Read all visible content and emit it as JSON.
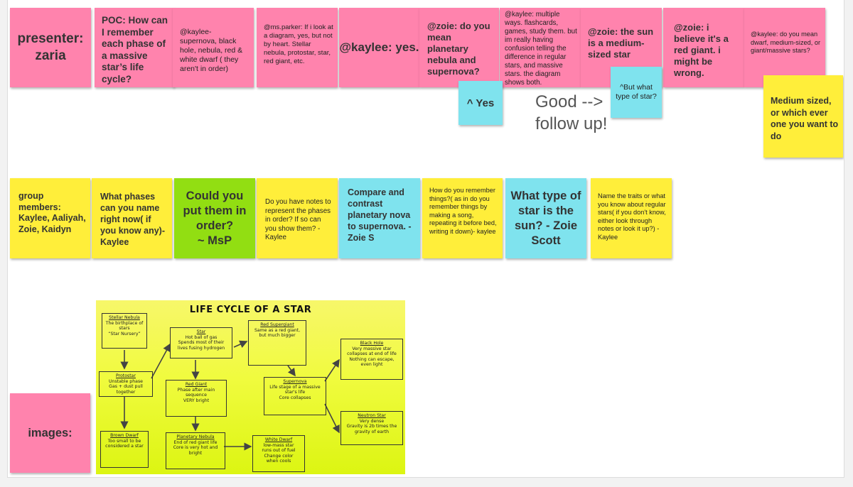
{
  "notes_top": [
    {
      "id": "presenter",
      "text": "presenter:\nzaria"
    },
    {
      "id": "poc",
      "text": "POC: How can I remember each phase of a massive star’s life cycle?"
    },
    {
      "id": "kaylee1",
      "text": "@kaylee- supernova, black hole, nebula, red & white dwarf ( they aren't in order)"
    },
    {
      "id": "msparker",
      "text": "@ms.parker: If i look at a diagram, yes, but not by heart. Stellar nebula, protostar, star, red giant, etc."
    },
    {
      "id": "kaylee_yes",
      "text": "@kaylee: yes."
    },
    {
      "id": "zoie1",
      "text": "@zoie: do you mean planetary nebula and supernova?"
    },
    {
      "id": "kaylee2",
      "text": "@kaylee: multiple ways. flashcards, games, study them. but im really having confusion telling the difference in regular stars, and massive stars. the diagram shows both."
    },
    {
      "id": "zoie2",
      "text": "@zoie: the sun is a medium-sized star"
    },
    {
      "id": "zoie3",
      "text": "@zoie: i believe it's a red giant. i might be wrong."
    },
    {
      "id": "kaylee3",
      "text": "@kaylee: do you mean dwarf, medium-sized, or giant/massive stars?"
    }
  ],
  "notes_reply": {
    "yes": "^ Yes",
    "type": "^But what type of star?",
    "medium": "Medium sized, or which ever one you want to do"
  },
  "free_text": "Good -->\nfollow up!",
  "notes_mid": [
    {
      "id": "group",
      "text": "group members: Kaylee, Aaliyah, Zoie, Kaidyn"
    },
    {
      "id": "phases",
      "text": "What phases can you name right now( if you know any)- Kaylee"
    },
    {
      "id": "order",
      "text": "Could you put them in order?\n~ MsP"
    },
    {
      "id": "notes",
      "text": "Do you have notes to represent the phases in order? If so can you show them? - Kaylee"
    },
    {
      "id": "compare",
      "text": "Compare and contrast planetary nova to supernova.   - Zoie S"
    },
    {
      "id": "remember",
      "text": "How do you remember things?( as in do you remember things by making a song, repeating it before bed, writing it down)- kaylee"
    },
    {
      "id": "sun",
      "text": "What type of star is the sun?  - Zoie Scott"
    },
    {
      "id": "traits",
      "text": "Name the traits or what you know about regular stars( if you don't know, either look through notes or look it up?) - Kaylee"
    }
  ],
  "images_label": "images:",
  "diagram": {
    "title": "LIFE CYCLE OF A STAR",
    "boxes": {
      "nebula": {
        "h": "Stellar Nebula",
        "b": "The birthplace of stars\n“Star Nursery”"
      },
      "protostar": {
        "h": "Protostar",
        "b": "Unstable phase\nGas + dust pull together"
      },
      "brown": {
        "h": "Brown Dwarf",
        "b": "Too small to be\nconsidered a star"
      },
      "star": {
        "h": "Star",
        "b": "Hot ball of gas\nSpends most of their\nlives fusing hydrogen"
      },
      "redgiant": {
        "h": "Red Giant",
        "b": "Phase after main\nsequence\nVERY bright"
      },
      "planetary": {
        "h": "Planetary Nebula",
        "b": "End of red giant life\nCore is very hot and\nbright"
      },
      "white": {
        "h": "White Dwarf",
        "b": "low-mass star\nruns out of fuel\nChange color\nwhen cools"
      },
      "supergiant": {
        "h": "Red Supergiant",
        "b": "Same as a red giant,\nbut much bigger"
      },
      "supernova": {
        "h": "Supernova",
        "b": "Life stage of a massive\nstar's life\nCore collapses"
      },
      "blackhole": {
        "h": "Black Hole",
        "b": "Very massive star\ncollapses at end of life\nNothing can escape,\neven light"
      },
      "neutron": {
        "h": "Neutron Star",
        "b": "Very dense\nGravity is 2b times the\ngravity of earth"
      }
    }
  },
  "colors": {
    "pink": "#ff83ad",
    "yellow": "#ffee3a",
    "cyan": "#7fe3ee",
    "green": "#92de12"
  }
}
